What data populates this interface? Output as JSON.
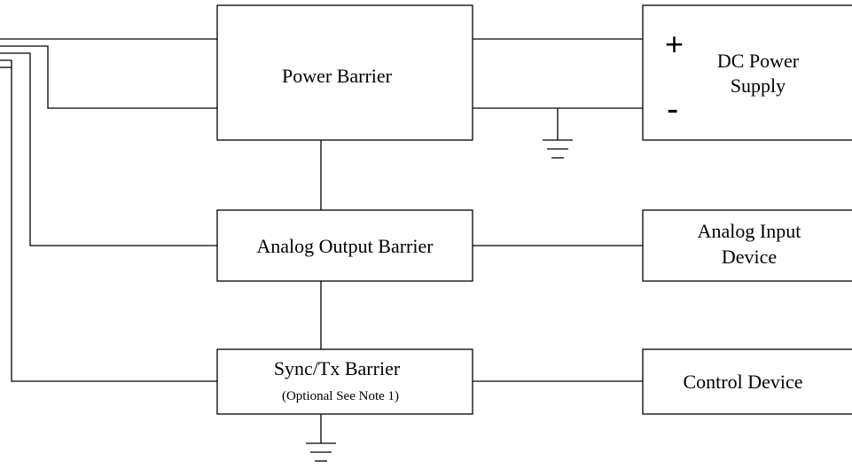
{
  "blocks": {
    "power_barrier": "Power Barrier",
    "dc_power_supply": {
      "line1": "DC Power",
      "line2": "Supply",
      "plus": "+",
      "minus": "-"
    },
    "analog_output_barrier": "Analog Output Barrier",
    "analog_input_device": {
      "line1": "Analog Input",
      "line2": "Device"
    },
    "sync_tx_barrier": {
      "line1": "Sync/Tx Barrier",
      "line2": "(Optional See Note 1)"
    },
    "control_device": "Control Device"
  }
}
